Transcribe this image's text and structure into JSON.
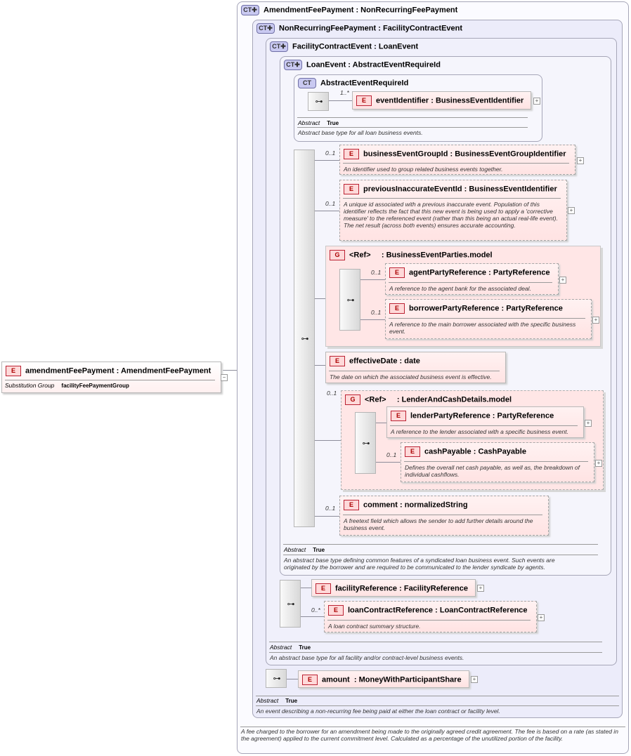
{
  "root": {
    "name": "amendmentFeePayment",
    "type": "AmendmentFeePayment",
    "subst_label": "Substitution Group",
    "subst_value": "facilityFeePaymentGroup",
    "collapse": "−"
  },
  "badges": {
    "ct": "CT",
    "ct_ext": "CT",
    "e": "E",
    "g": "G"
  },
  "types": {
    "amendmentFeePayment": {
      "name": "AmendmentFeePayment",
      "base": "NonRecurringFeePayment",
      "doc": "A fee charged to the borrower for an amendment being made to the originally agreed credit agreement. The fee is based on a rate (as stated in the agreement) applied to the current commitment level. Calculated as a percentage of the unutilized portion of the facility."
    },
    "nonRecurring": {
      "name": "NonRecurringFeePayment",
      "base": "FacilityContractEvent",
      "abstract_label": "Abstract",
      "abstract_value": "True",
      "doc": "An event describing a non-recurring fee being paid at either the loan contract or facility level."
    },
    "facilityContract": {
      "name": "FacilityContractEvent",
      "base": "LoanEvent",
      "abstract_label": "Abstract",
      "abstract_value": "True",
      "doc": "An abstract base type for all facility and/or contract-level business events."
    },
    "loanEvent": {
      "name": "LoanEvent",
      "base": "AbstractEventRequireId",
      "abstract_label": "Abstract",
      "abstract_value": "True",
      "doc": "An abstract base type defining common features of a syndicated loan business event. Such events are originated by the borrower and are required to be communicated to the lender syndicate by agents."
    },
    "abstractEvent": {
      "name": "AbstractEventRequireId",
      "abstract_label": "Abstract",
      "abstract_value": "True",
      "doc": "Abstract base type for all loan business events."
    }
  },
  "elements": {
    "eventIdentifier": {
      "name": "eventIdentifier",
      "type": "BusinessEventIdentifier",
      "card": "1..*"
    },
    "businessEventGroupId": {
      "name": "businessEventGroupId",
      "type": "BusinessEventGroupIdentifier",
      "card": "0..1",
      "doc": "An identifier used to group related business events together."
    },
    "previousInaccurateEventId": {
      "name": "previousInaccurateEventId",
      "type": "BusinessEventIdentifier",
      "card": "0..1",
      "doc": "A unique id associated with a previous inaccurate event. Population of this identifier reflects the fact that this new event is being used to apply a 'corrective measure' to the referenced event (rather than this being an actual real-life event). The net result (across both events) ensures accurate accounting."
    },
    "partiesGroup": {
      "ref": "<Ref>",
      "name": "BusinessEventParties.model"
    },
    "agentPartyReference": {
      "name": "agentPartyReference",
      "type": "PartyReference",
      "card": "0..1",
      "doc": "A reference to the agent bank for the associated deal."
    },
    "borrowerPartyReference": {
      "name": "borrowerPartyReference",
      "type": "PartyReference",
      "card": "0..1",
      "doc": "A reference to the main borrower associated with the specific business event."
    },
    "effectiveDate": {
      "name": "effectiveDate",
      "type": "date",
      "doc": "The date on which the associated business event is effective."
    },
    "lenderGroup": {
      "ref": "<Ref>",
      "name": "LenderAndCashDetails.model",
      "card": "0..1"
    },
    "lenderPartyReference": {
      "name": "lenderPartyReference",
      "type": "PartyReference",
      "doc": "A reference to the lender associated with a specific business event."
    },
    "cashPayable": {
      "name": "cashPayable",
      "type": "CashPayable",
      "card": "0..1",
      "doc": "Defines the overall net cash payable, as well as, the breakdown of individual cashflows."
    },
    "comment": {
      "name": "comment",
      "type": "normalizedString",
      "card": "0..1",
      "doc": "A freetext field which allows the sender to add further details around the business event."
    },
    "facilityReference": {
      "name": "facilityReference",
      "type": "FacilityReference"
    },
    "loanContractReference": {
      "name": "loanContractReference",
      "type": "LoanContractReference",
      "card": "0..*",
      "doc": "A loan contract summary structure."
    },
    "amount": {
      "name": "amount",
      "type": "MoneyWithParticipantShare"
    }
  },
  "icons": {
    "sequence": "sequence-icon",
    "expand": "plus-icon"
  },
  "glyphs": {
    "plus": "+",
    "seq": "⊶",
    "sep": ":"
  }
}
